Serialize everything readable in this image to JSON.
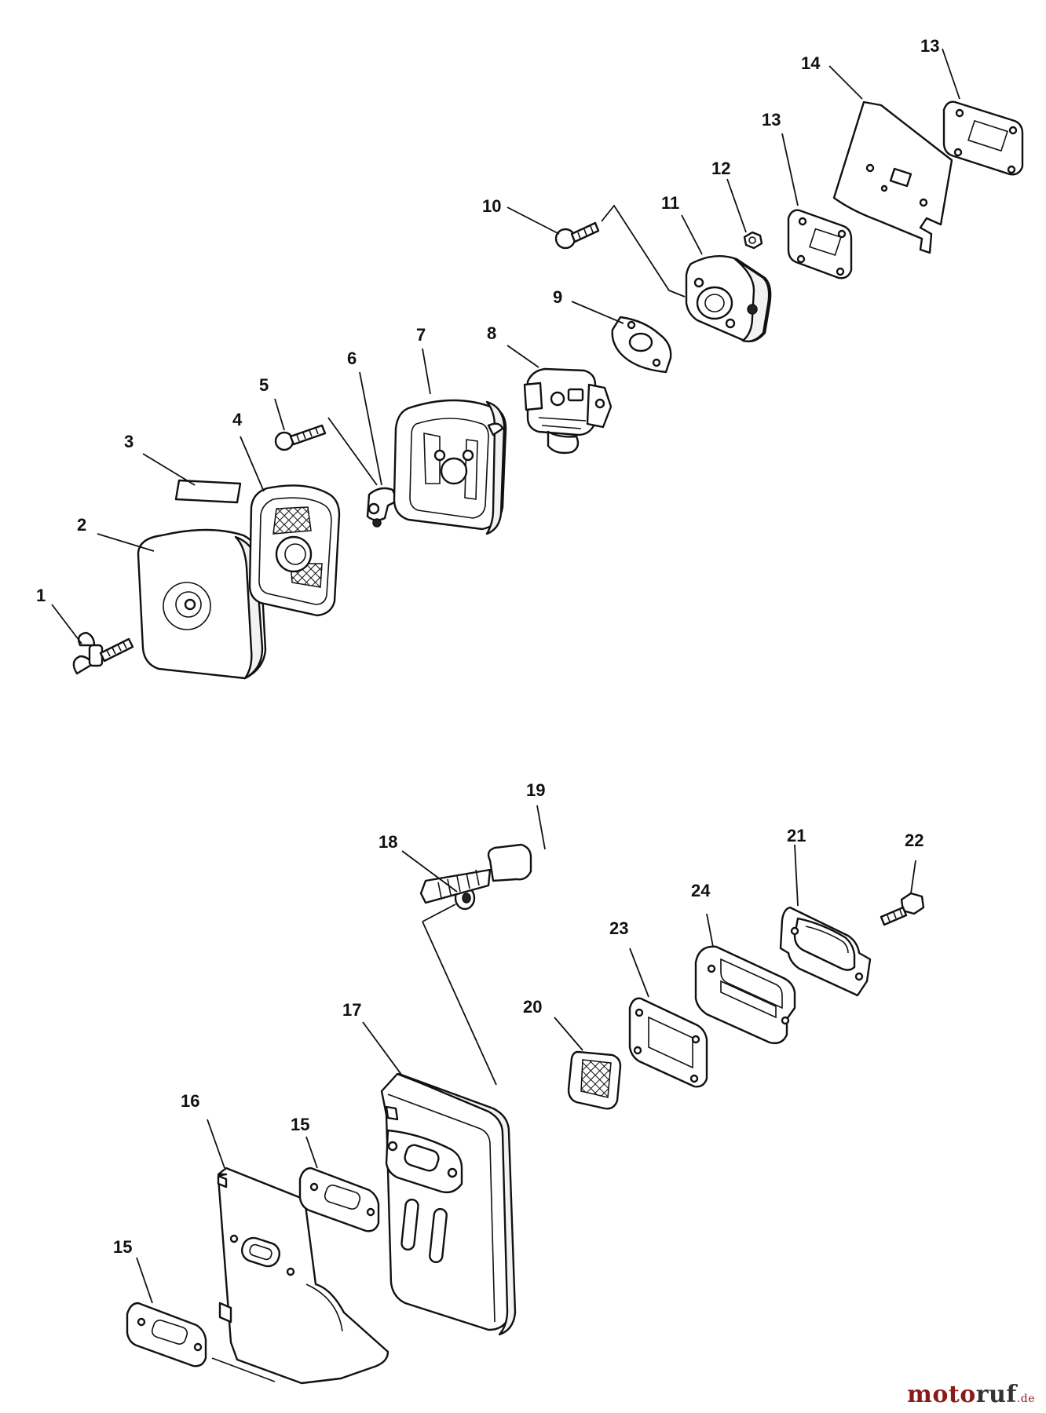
{
  "callouts": {
    "c1": "1",
    "c2": "2",
    "c3": "3",
    "c4": "4",
    "c5": "5",
    "c6": "6",
    "c7": "7",
    "c8": "8",
    "c9": "9",
    "c10": "10",
    "c11": "11",
    "c12": "12",
    "c13a": "13",
    "c13b": "13",
    "c14": "14",
    "c15a": "15",
    "c15b": "15",
    "c16": "16",
    "c17": "17",
    "c18": "18",
    "c19": "19",
    "c20": "20",
    "c21": "21",
    "c22": "22",
    "c23": "23",
    "c24": "24"
  },
  "watermark": {
    "part1": "moto",
    "part2": "ruf",
    "suffix": ".de"
  },
  "colors": {
    "line": "#111111",
    "watermark_red": "#8b1b1b",
    "watermark_gray": "#333333"
  }
}
